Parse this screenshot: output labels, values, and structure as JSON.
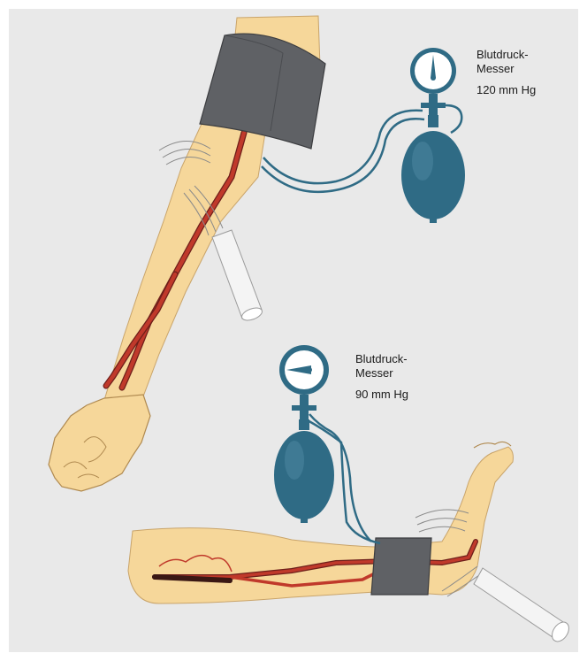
{
  "gauge_top": {
    "line1": "Blutdruck-",
    "line2": "Messer",
    "reading": "120 mm Hg"
  },
  "gauge_bottom": {
    "line1": "Blutdruck-",
    "line2": "Messer",
    "reading": "90 mm Hg"
  },
  "colors": {
    "background": "#e9e9e9",
    "skin": "#f6d79a",
    "skin_outline": "#c9a46a",
    "artery": "#c0392b",
    "artery_dark": "#6e1f1a",
    "cuff": "#5f6165",
    "instrument": "#2f6b85",
    "doppler_probe": "#f4f4f4"
  },
  "icons": [
    "upper-arm-illustration",
    "lower-leg-illustration",
    "blood-pressure-cuff-icon",
    "manometer-icon",
    "inflation-bulb-icon",
    "doppler-probe-icon",
    "ultrasound-waves-icon"
  ]
}
